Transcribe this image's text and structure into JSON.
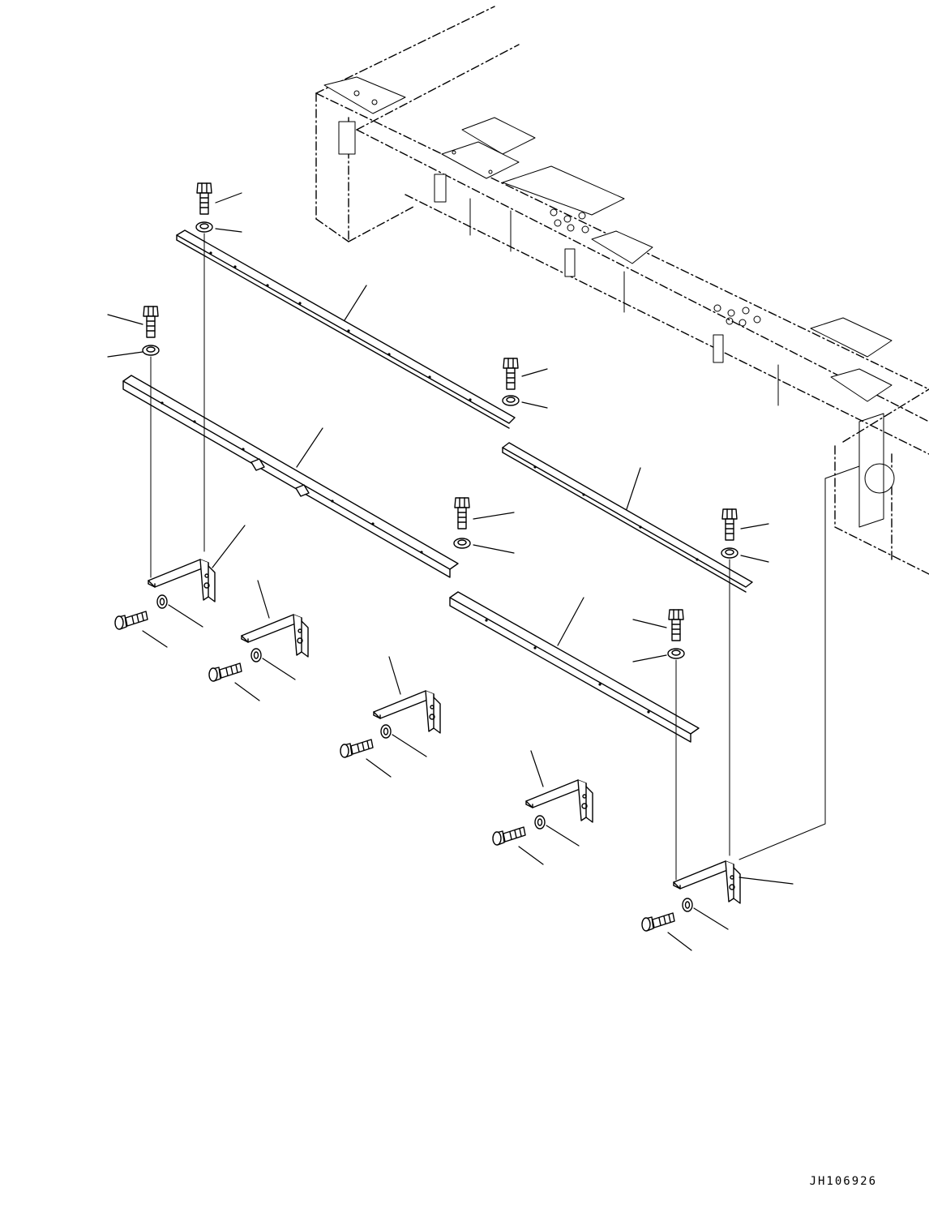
{
  "diagram": {
    "reference_code": "JH106926",
    "colors": {
      "line": "#000000",
      "background": "#ffffff"
    },
    "parts": [
      {
        "name": "frame",
        "kind": "frame-structure"
      },
      {
        "name": "stay-bar-a",
        "kind": "flat-bar"
      },
      {
        "name": "stay-bar-b",
        "kind": "flat-bar"
      },
      {
        "name": "angle-bar-a",
        "kind": "angle-bar"
      },
      {
        "name": "angle-bar-b",
        "kind": "angle-bar"
      },
      {
        "name": "bracket",
        "kind": "bracket",
        "count": 5
      },
      {
        "name": "bolt",
        "kind": "hex-bolt",
        "count": 11
      },
      {
        "name": "washer",
        "kind": "washer",
        "count": 11
      }
    ]
  }
}
